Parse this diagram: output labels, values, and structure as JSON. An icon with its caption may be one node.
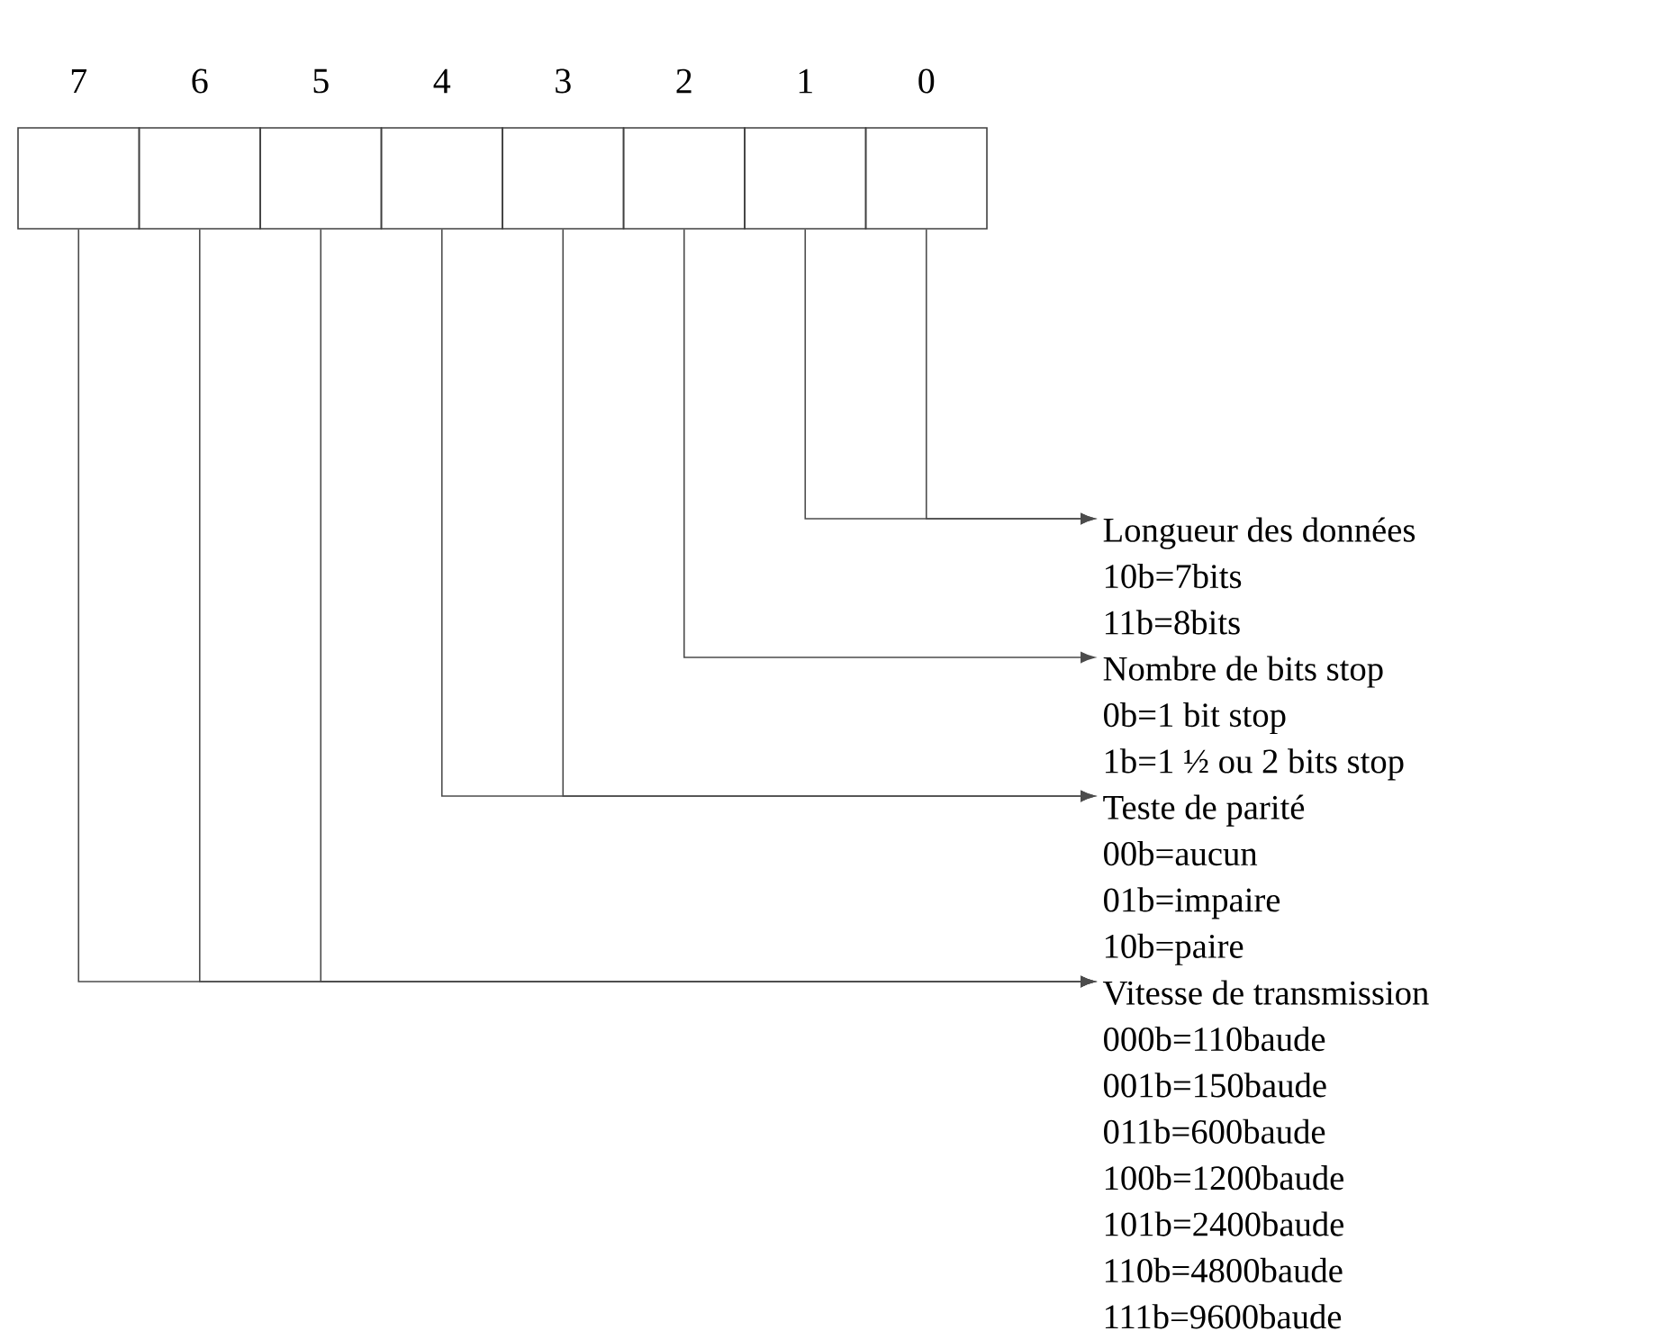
{
  "diagram": {
    "nodes": [
      {
        "text": [],
        "shape": "box",
        "beside": [
          "7"
        ]
      },
      {
        "text": [],
        "shape": "box",
        "beside": [
          "6"
        ]
      },
      {
        "text": [],
        "shape": "box",
        "beside": [
          "5"
        ]
      },
      {
        "text": [],
        "shape": "box",
        "beside": [
          "4"
        ]
      },
      {
        "text": [],
        "shape": "box",
        "beside": [
          "3"
        ]
      },
      {
        "text": [],
        "shape": "box",
        "beside": [
          "2"
        ]
      },
      {
        "text": [],
        "shape": "box",
        "beside": [
          "1"
        ]
      },
      {
        "text": [],
        "shape": "box",
        "beside": [
          "0"
        ]
      },
      {
        "text": [
          "Longueur des données",
          "10b=7bits",
          "11b=8bits"
        ]
      },
      {
        "text": [
          "Nombre de bits stop",
          "0b=1 bit stop",
          "1b=1 ½ ou 2 bits stop"
        ]
      },
      {
        "text": [
          "Teste de parité",
          "00b=aucun",
          "01b=impaire",
          "10b=paire"
        ]
      },
      {
        "text": [
          "Vitesse de transmission",
          "000b=110baude",
          "001b=150baude",
          "011b=600baude",
          "100b=1200baude",
          "101b=2400baude",
          "110b=4800baude",
          "111b=9600baude"
        ]
      }
    ],
    "edges": [
      {
        "from": 6,
        "to": 8,
        "arrow": "to"
      },
      {
        "from": 7,
        "to": 8,
        "arrow": "to"
      },
      {
        "from": 5,
        "to": 9,
        "arrow": "to"
      },
      {
        "from": 3,
        "to": 10,
        "arrow": "to"
      },
      {
        "from": 4,
        "to": 10,
        "arrow": "to"
      },
      {
        "from": 0,
        "to": 11,
        "arrow": "to"
      },
      {
        "from": 1,
        "to": 11,
        "arrow": "to"
      },
      {
        "from": 2,
        "to": 11,
        "arrow": "to"
      }
    ]
  }
}
